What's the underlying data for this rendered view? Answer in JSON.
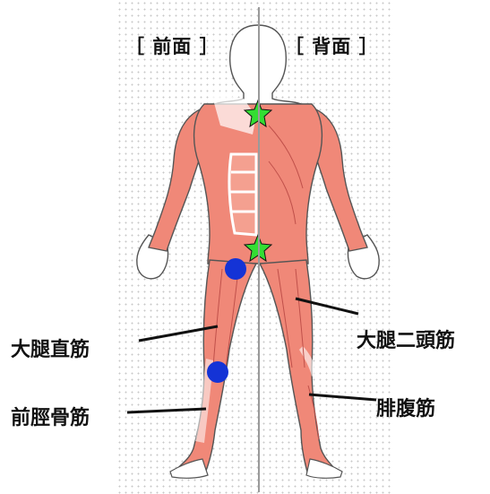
{
  "headers": {
    "front": "［ 前面 ］",
    "back": "［ 背面 ］"
  },
  "labels": {
    "rectus_femoris": "大腿直筋",
    "tibialis_anterior": "前脛骨筋",
    "biceps_femoris": "大腿二頭筋",
    "gastrocnemius": "腓腹筋"
  },
  "colors": {
    "muscle": "#f08878",
    "muscle_dark": "#c0504a",
    "skin": "#ffffff",
    "outline": "#555555",
    "star": "#33dd33",
    "dot": "#1433d6"
  },
  "icons": {
    "marker_star": "star-icon",
    "marker_dot": "dot-icon"
  }
}
